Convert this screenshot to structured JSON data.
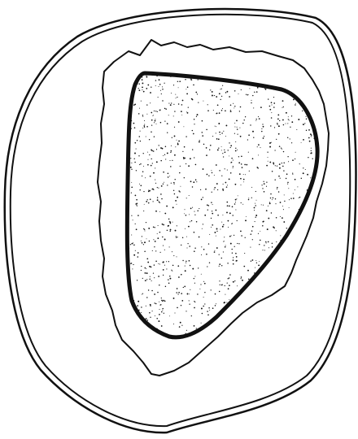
{
  "figure": {
    "kind": "concentric-outline-drawing",
    "layers": [
      {
        "name": "outer-boundary",
        "style": "double-line"
      },
      {
        "name": "middle-boundary",
        "style": "irregular-line"
      },
      {
        "name": "inner-core",
        "style": "thick-line-stippled-fill"
      }
    ],
    "colors": {
      "background": "#ffffff",
      "ink": "#111111"
    }
  }
}
